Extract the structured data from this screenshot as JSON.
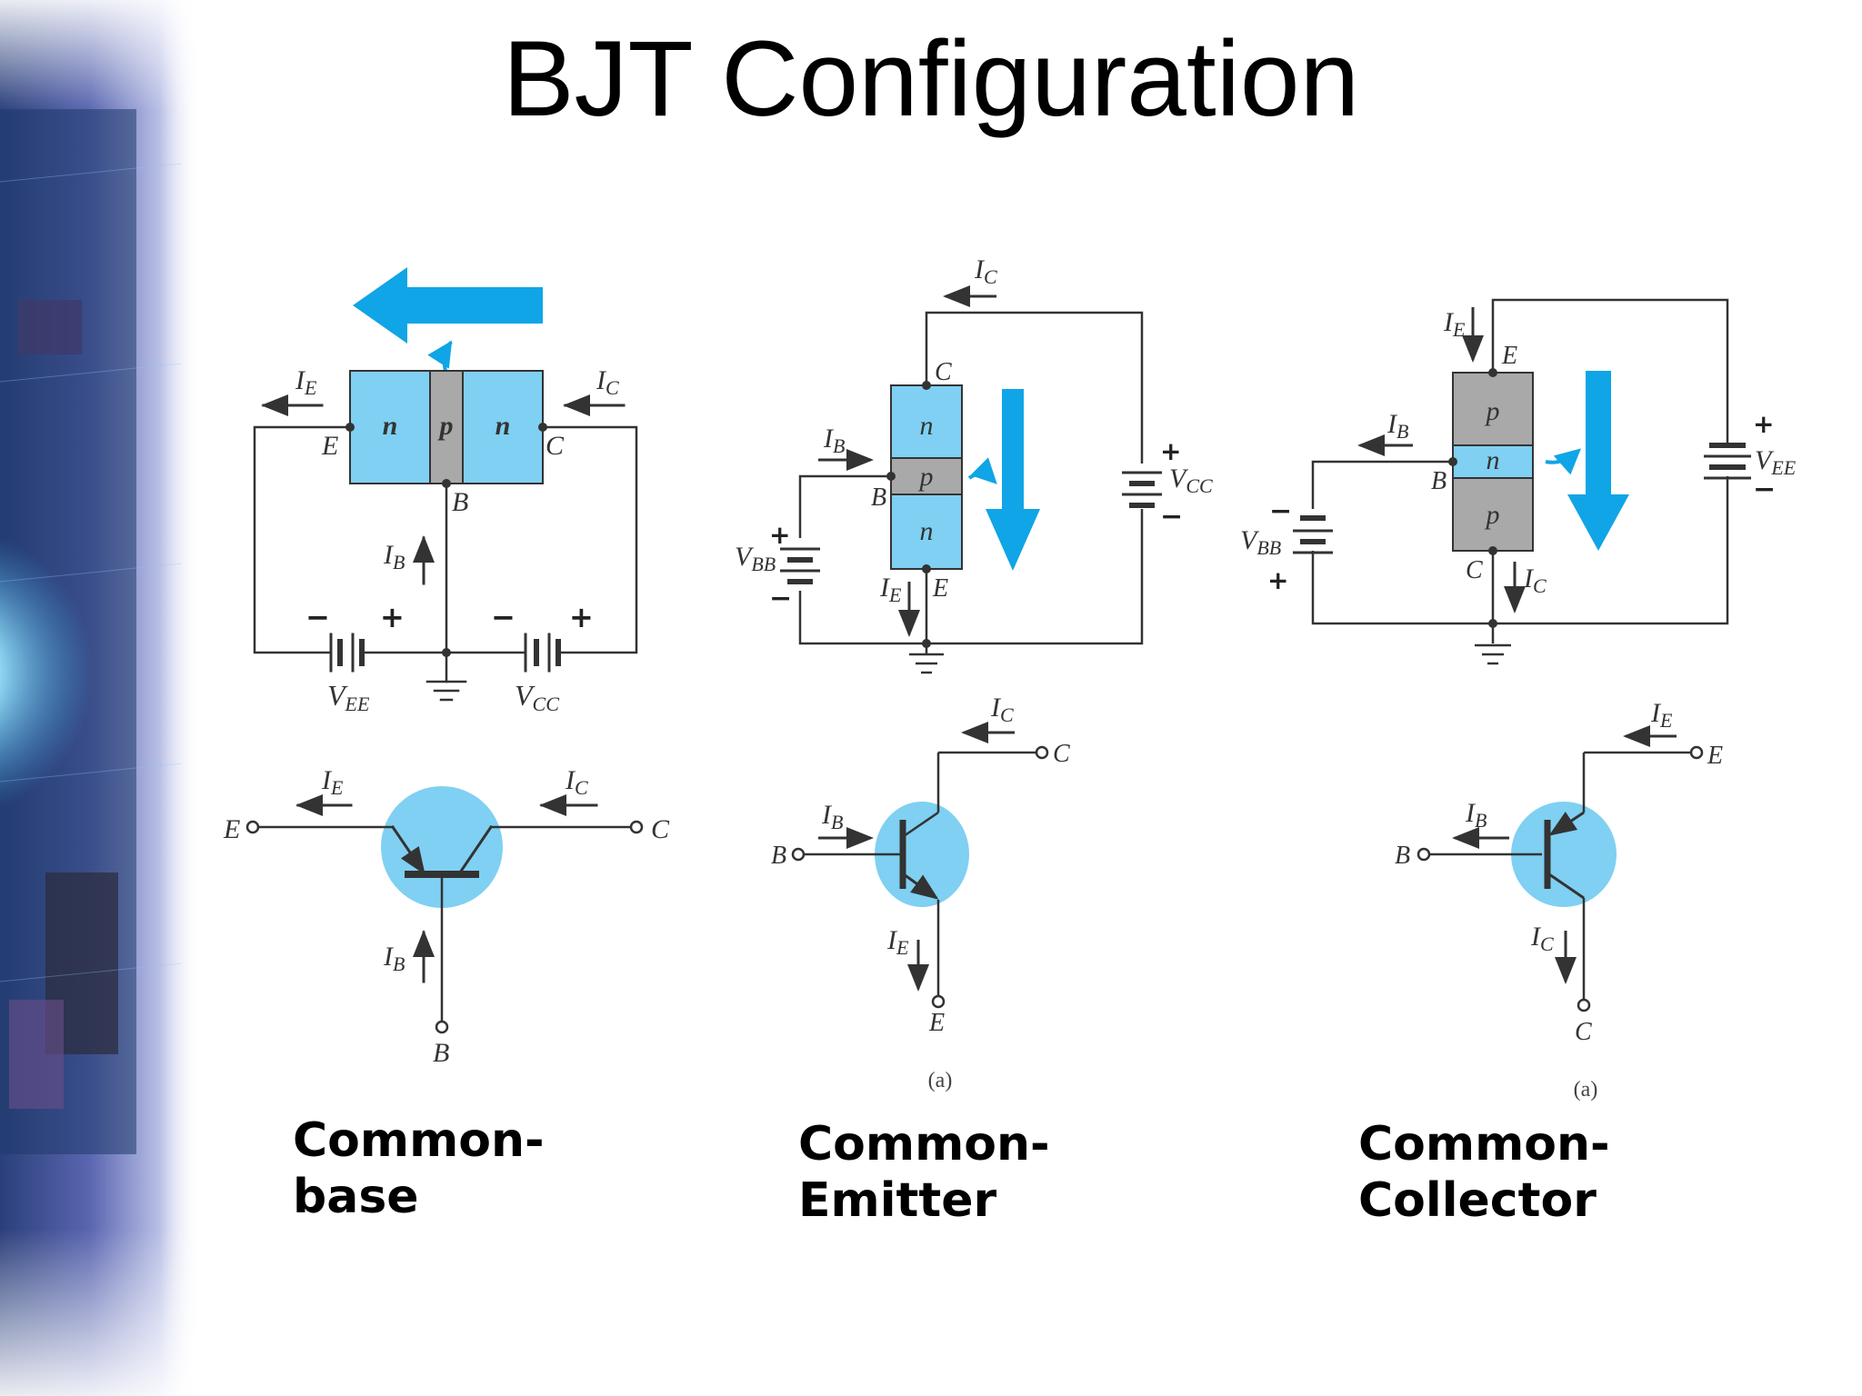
{
  "title": "BJT Configuration",
  "colors": {
    "device_blue": "#7fd0f2",
    "base_gray": "#a9a9a9",
    "arrow_blue": "#10a5e6",
    "wire": "#333333"
  },
  "configs": [
    {
      "caption": [
        "Common-",
        "base"
      ],
      "terminals": {
        "e": "E",
        "b": "B",
        "c": "C"
      },
      "currents": {
        "e": "I",
        "e_sub": "E",
        "b": "I",
        "b_sub": "B",
        "c": "I",
        "c_sub": "C"
      },
      "layers": [
        "n",
        "p",
        "n"
      ],
      "sources": [
        {
          "name": "V",
          "sub": "EE",
          "neg": "−",
          "pos": "+"
        },
        {
          "name": "V",
          "sub": "CC",
          "neg": "−",
          "pos": "+"
        }
      ]
    },
    {
      "caption": [
        "Common-",
        "Emitter"
      ],
      "terminals": {
        "e": "E",
        "b": "B",
        "c": "C"
      },
      "currents": {
        "e": "I",
        "e_sub": "E",
        "b": "I",
        "b_sub": "B",
        "c": "I",
        "c_sub": "C"
      },
      "layers": [
        "n",
        "p",
        "n"
      ],
      "sources": [
        {
          "name": "V",
          "sub": "BB",
          "neg": "−",
          "pos": "+"
        },
        {
          "name": "V",
          "sub": "CC",
          "neg": "−",
          "pos": "+"
        }
      ],
      "figure_label": "(a)"
    },
    {
      "caption": [
        "Common-",
        "Collector"
      ],
      "terminals": {
        "e": "E",
        "b": "B",
        "c": "C"
      },
      "currents": {
        "e": "I",
        "e_sub": "E",
        "b": "I",
        "b_sub": "B",
        "c": "I",
        "c_sub": "C"
      },
      "layers": [
        "p",
        "n",
        "p"
      ],
      "sources": [
        {
          "name": "V",
          "sub": "BB",
          "neg": "−",
          "pos": "+"
        },
        {
          "name": "V",
          "sub": "EE",
          "neg": "−",
          "pos": "+"
        }
      ],
      "figure_label": "(a)"
    }
  ]
}
